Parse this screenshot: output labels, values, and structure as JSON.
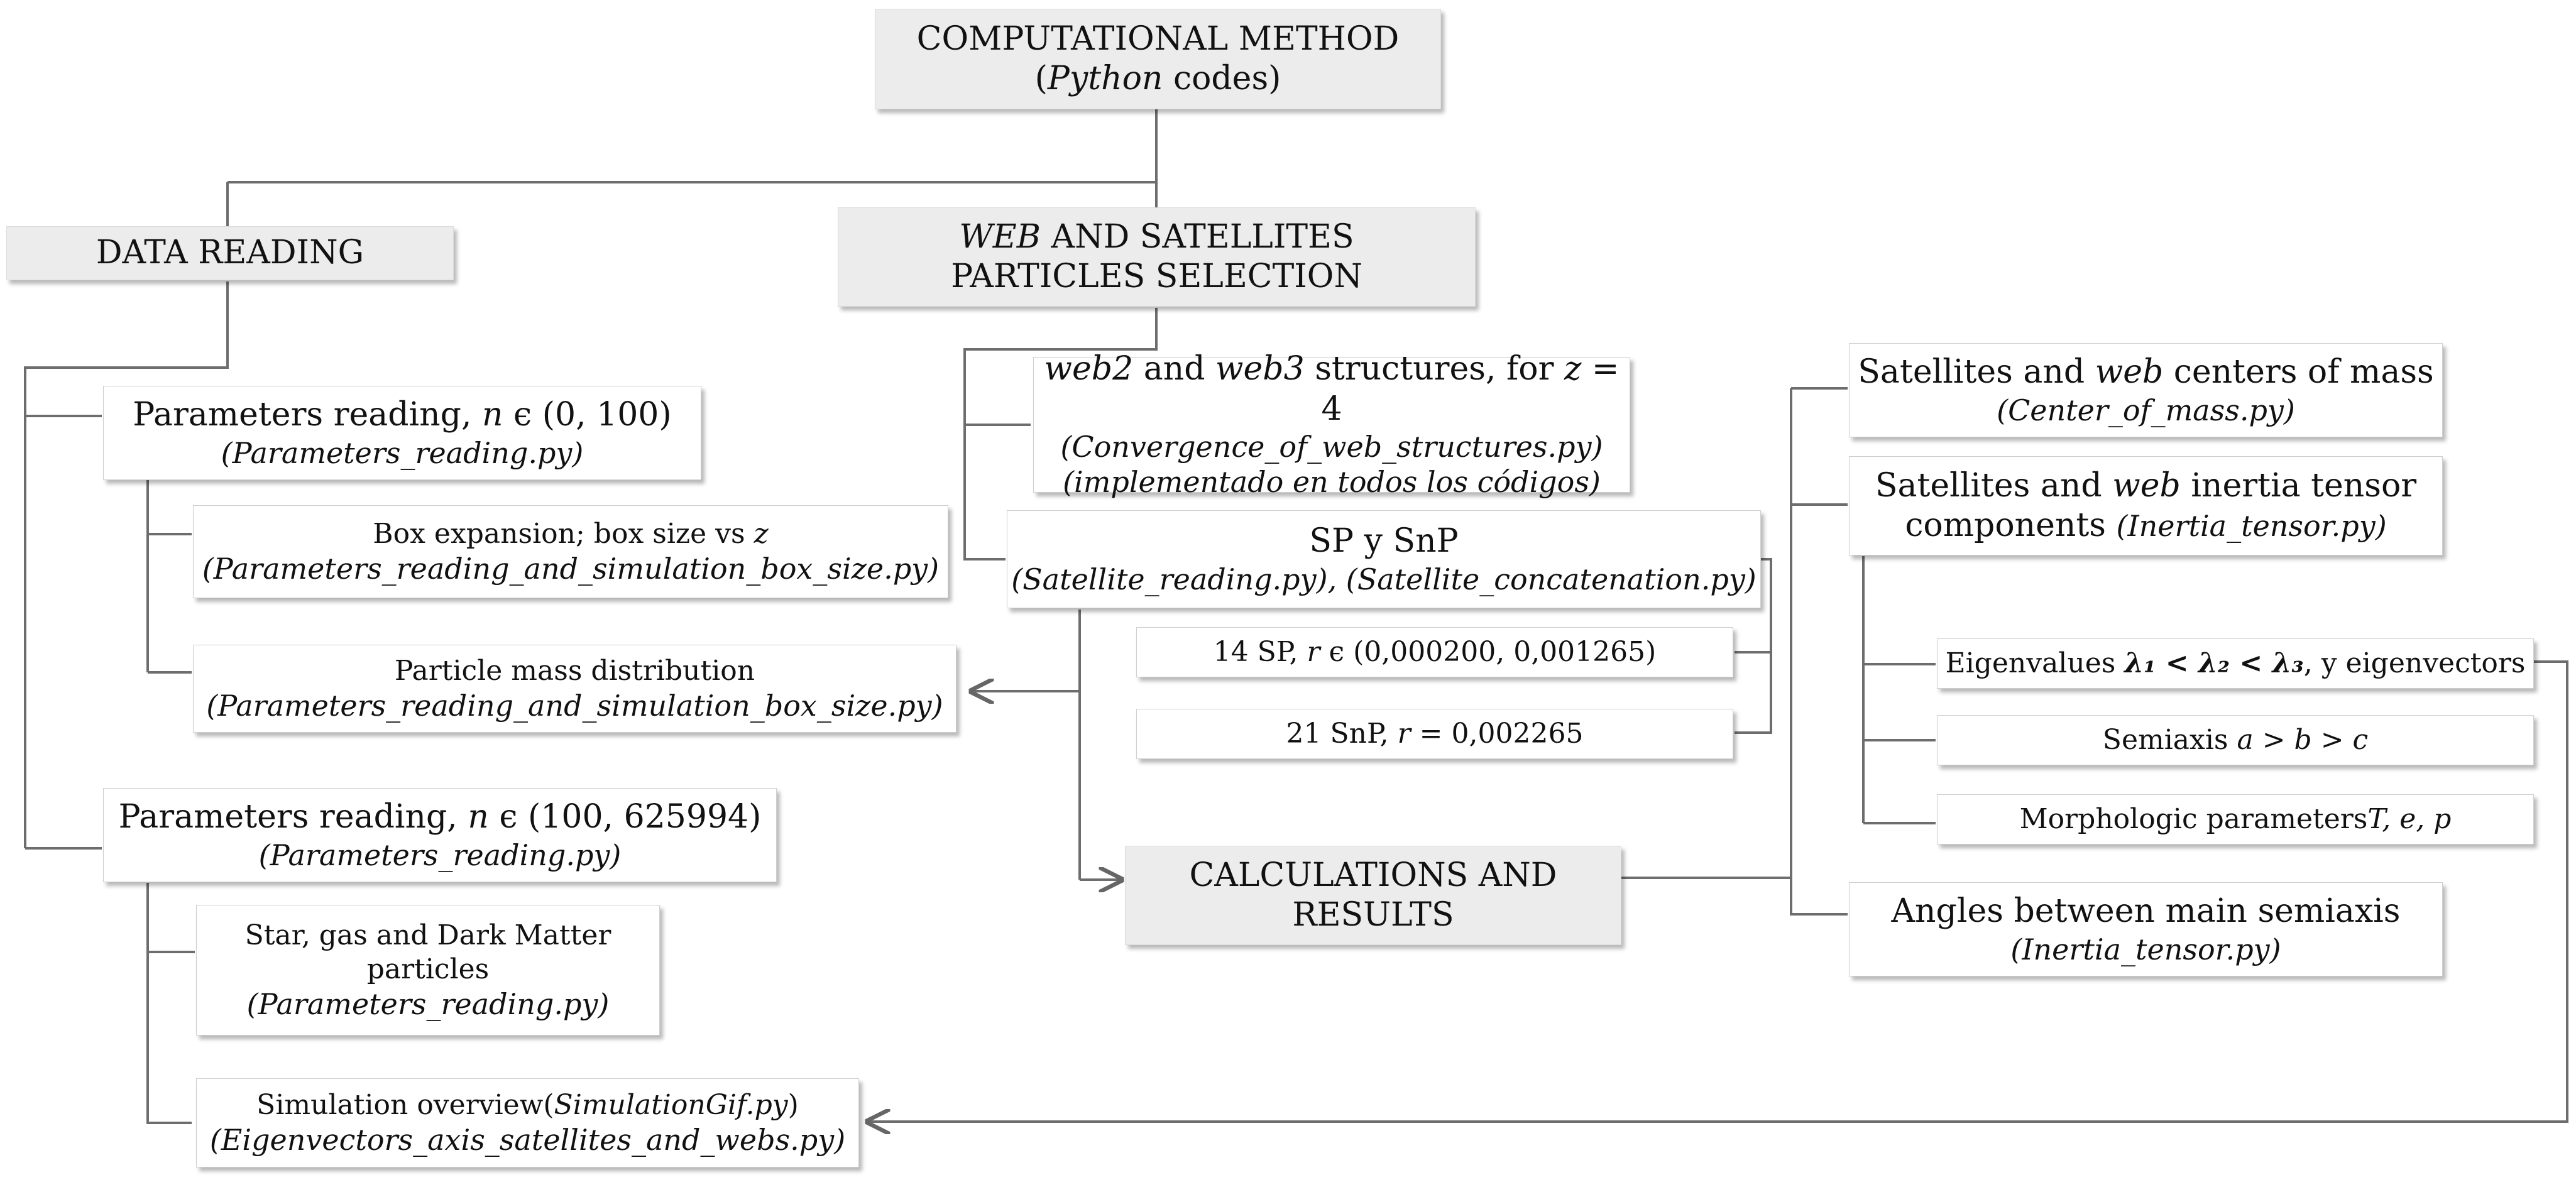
{
  "nodes": {
    "root": {
      "line1": "COMPUTATIONAL METHOD",
      "line2_pre": "(",
      "line2_it": "Python",
      "line2_post": " codes)"
    },
    "data_reading": {
      "label": "DATA READING"
    },
    "web_sel": {
      "line1_it": "WEB",
      "line1_rest": " AND SATELLITES",
      "line2": "PARTICLES SELECTION"
    },
    "params1": {
      "pre": "Parameters reading, ",
      "var": "n",
      "post": " ϵ (0, 100)",
      "file": "(Parameters_reading.py)"
    },
    "box_exp": {
      "pre": "Box expansion; box size vs ",
      "var": "z",
      "file": "(Parameters_reading_and_simulation_box_size.py)"
    },
    "mass_dist": {
      "title": "Particle mass distribution",
      "file": "(Parameters_reading_and_simulation_box_size.py)"
    },
    "params2": {
      "pre": "Parameters reading, ",
      "var": "n",
      "post": " ϵ (100, 625994)",
      "file": "(Parameters_reading.py)"
    },
    "star_gas": {
      "line1": "Star, gas and Dark Matter",
      "line2": "particles",
      "file": "(Parameters_reading.py)"
    },
    "sim_overview": {
      "pre": "Simulation overview(",
      "it": "SimulationGif.py",
      "post": ")",
      "file": "(Eigenvectors_axis_satellites_and_webs.py)"
    },
    "web_structs": {
      "it1": "web2",
      "mid": " and ",
      "it2": "web3",
      "post": " structures, for ",
      "var": "z",
      "eq": " = 4",
      "file": "(Convergence_of_web_structures.py)",
      "note": "(implementado en todos los códigos)"
    },
    "sp_snp": {
      "title": "SP y SnP",
      "file": "(Satellite_reading.py),  (Satellite_concatenation.py)"
    },
    "sp14": {
      "pre": "14 SP,   ",
      "var": "r",
      "post": " ϵ (0,000200, 0,001265)"
    },
    "snp21": {
      "pre": "21 SnP,  ",
      "var": "r",
      "post": " = 0,002265"
    },
    "calc": {
      "line1": "CALCULATIONS AND",
      "line2": "RESULTS"
    },
    "com": {
      "pre": "Satellites and ",
      "it": "web",
      "post": " centers of mass",
      "file": "(Center_of_mass.py)"
    },
    "inertia": {
      "pre": "Satellites and ",
      "it": "web",
      "post": " inertia tensor",
      "line2": "components ",
      "file": "(Inertia_tensor.py)"
    },
    "eigen": {
      "pre": "Eigenvalues ",
      "rel": "λ₁ < λ₂ < λ₃",
      "post": ", y eigenvectors"
    },
    "semiaxis": {
      "pre": "Semiaxis  ",
      "rel": "a > b > c"
    },
    "morph": {
      "pre": "Morphologic parameters",
      "vars": "T,  e,  p"
    },
    "angles": {
      "title": "Angles between main semiaxis",
      "file": "(Inertia_tensor.py)"
    }
  }
}
